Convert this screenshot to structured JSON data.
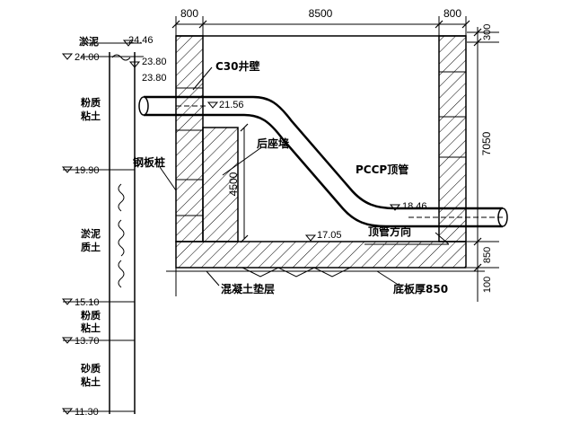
{
  "dimensions": {
    "wall_left": "800",
    "span": "8500",
    "wall_right": "800",
    "top_offset": "300",
    "height_right": "7050",
    "base_right": "850",
    "base_lower": "100",
    "height_inner": "4500"
  },
  "elevations": {
    "ground_a": "24.46",
    "ground_b": "24.00",
    "water_a": "23.80",
    "water_b": "23.80",
    "pipe_in": "21.56",
    "layer_1": "19.90",
    "pipe_out": "18.46",
    "floor": "17.05",
    "layer_2": "15.10",
    "layer_3": "13.70",
    "bottom": "11.30"
  },
  "soil_layers": [
    {
      "name": "淤泥"
    },
    {
      "name_l1": "粉质",
      "name_l2": "粘土"
    },
    {
      "name_l1": "淤泥",
      "name_l2": "质土"
    },
    {
      "name_l1": "粉质",
      "name_l2": "粘土"
    },
    {
      "name_l1": "砂质",
      "name_l2": "粘土"
    }
  ],
  "labels": {
    "well_wall": "C30井壁",
    "back_wall": "后座墙",
    "steel_pile": "钢板桩",
    "pccp": "PCCP顶管",
    "jacking_dir": "顶管方向",
    "cushion": "混凝土垫层",
    "base_thickness": "底板厚850"
  }
}
